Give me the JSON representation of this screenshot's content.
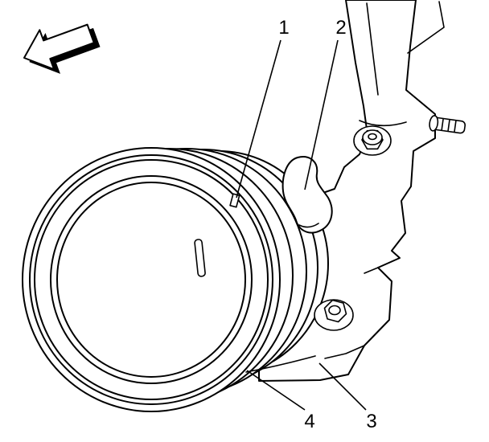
{
  "diagram": {
    "background_color": "#ffffff",
    "line_color": "#000000",
    "callouts": [
      {
        "label": "1"
      },
      {
        "label": "2"
      },
      {
        "label": "3"
      },
      {
        "label": "4"
      }
    ],
    "direction_arrow": {
      "icon": "direction-arrow",
      "points": "lower-left"
    }
  }
}
